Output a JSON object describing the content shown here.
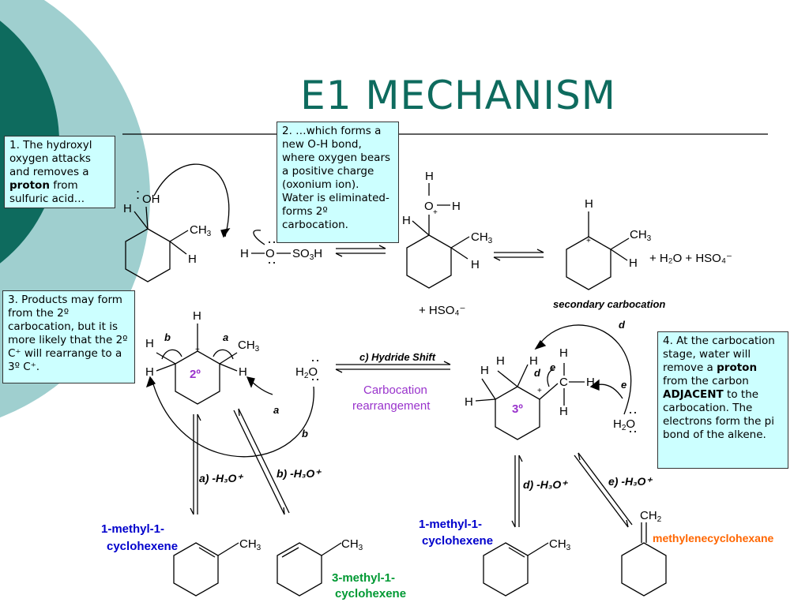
{
  "title": "E1 MECHANISM",
  "boxes": {
    "step1_pre": "1.  The hydroxyl oxygen attacks and removes a ",
    "step1_bold": "proton",
    "step1_post": " from sulfuric acid…",
    "step2": "2. …which forms a new O-H bond, where oxygen bears a positive charge (oxonium ion).  Water is eliminated-forms 2º carbocation.",
    "step3": "3. Products may form from the 2º carbocation, but it is more likely that the 2º C⁺ will rearrange to a 3º C⁺.",
    "step4_a": "4.  At the carbocation stage, water will remove a ",
    "step4_bold1": "proton",
    "step4_b": " from the carbon ",
    "step4_bold2": "ADJACENT",
    "step4_c": " to the carbocation. The electrons form the pi bond of the alkene."
  },
  "labels": {
    "secondary_carbocation": "secondary carbocation",
    "hydride_shift": "c) Hydride Shift",
    "rearr_1": "Carbocation",
    "rearr_2": "rearrangement",
    "deg2": "2º",
    "deg3": "3º",
    "path_a": "a) -H₃O⁺",
    "path_b": "b) -H₃O⁺",
    "path_d": "d) -H₃O⁺",
    "path_e": "e) -H₃O⁺",
    "prod1_l1": "1-methyl-1-",
    "prod1_l2": "cyclohexene",
    "prod2_l1": "1-methyl-1-",
    "prod2_l2": "cyclohexene",
    "prod3_l1": "3-methyl-1-",
    "prod3_l2": "cyclohexene",
    "prod4": "methylenecyclohexane",
    "hso4_plus": "+ HSO₄⁻",
    "h2o_hso4": "+ H₂O + HSO₄⁻",
    "arrow_a": "a",
    "arrow_b": "b",
    "arrow_d": "d",
    "arrow_e": "e"
  },
  "colors": {
    "title": "#0e6b5e",
    "box_bg": "#ccffff",
    "purple": "#9933cc",
    "blue": "#0000cc",
    "green": "#009933",
    "orange": "#ff6600",
    "teal_dark": "#0e6b5e",
    "teal_light": "#9fcfcf"
  }
}
